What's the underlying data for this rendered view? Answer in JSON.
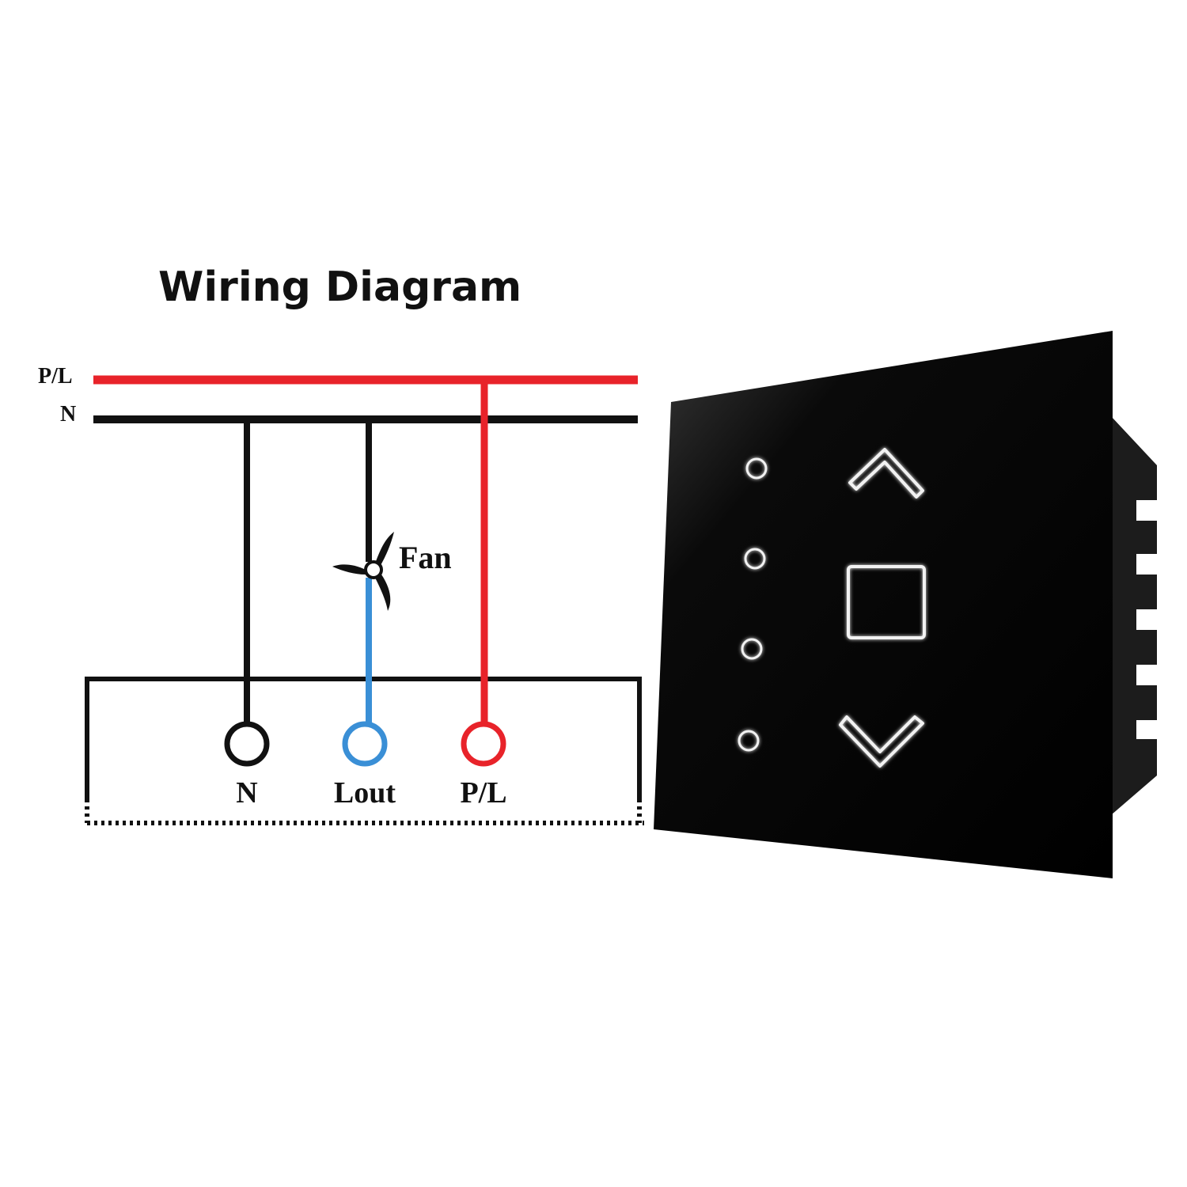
{
  "title": "Wiring Diagram",
  "rails": {
    "live_label": "P/L",
    "neutral_label": "N"
  },
  "fan_label": "Fan",
  "terminals": [
    {
      "label": "N",
      "color": "#111111"
    },
    {
      "label": "Lout",
      "color": "#3a8fd6"
    },
    {
      "label": "P/L",
      "color": "#e8232a"
    }
  ],
  "colors": {
    "live": "#e8232a",
    "neutral": "#111111",
    "load": "#3a8fd6",
    "panel": "#050505",
    "panel_glow": "#f2f2f2"
  },
  "switch_panel": {
    "indicators": [
      "indicator-dot",
      "indicator-dot",
      "indicator-dot",
      "indicator-dot"
    ],
    "buttons": [
      "up-arrow-icon",
      "stop-square-icon",
      "down-arrow-icon"
    ]
  }
}
